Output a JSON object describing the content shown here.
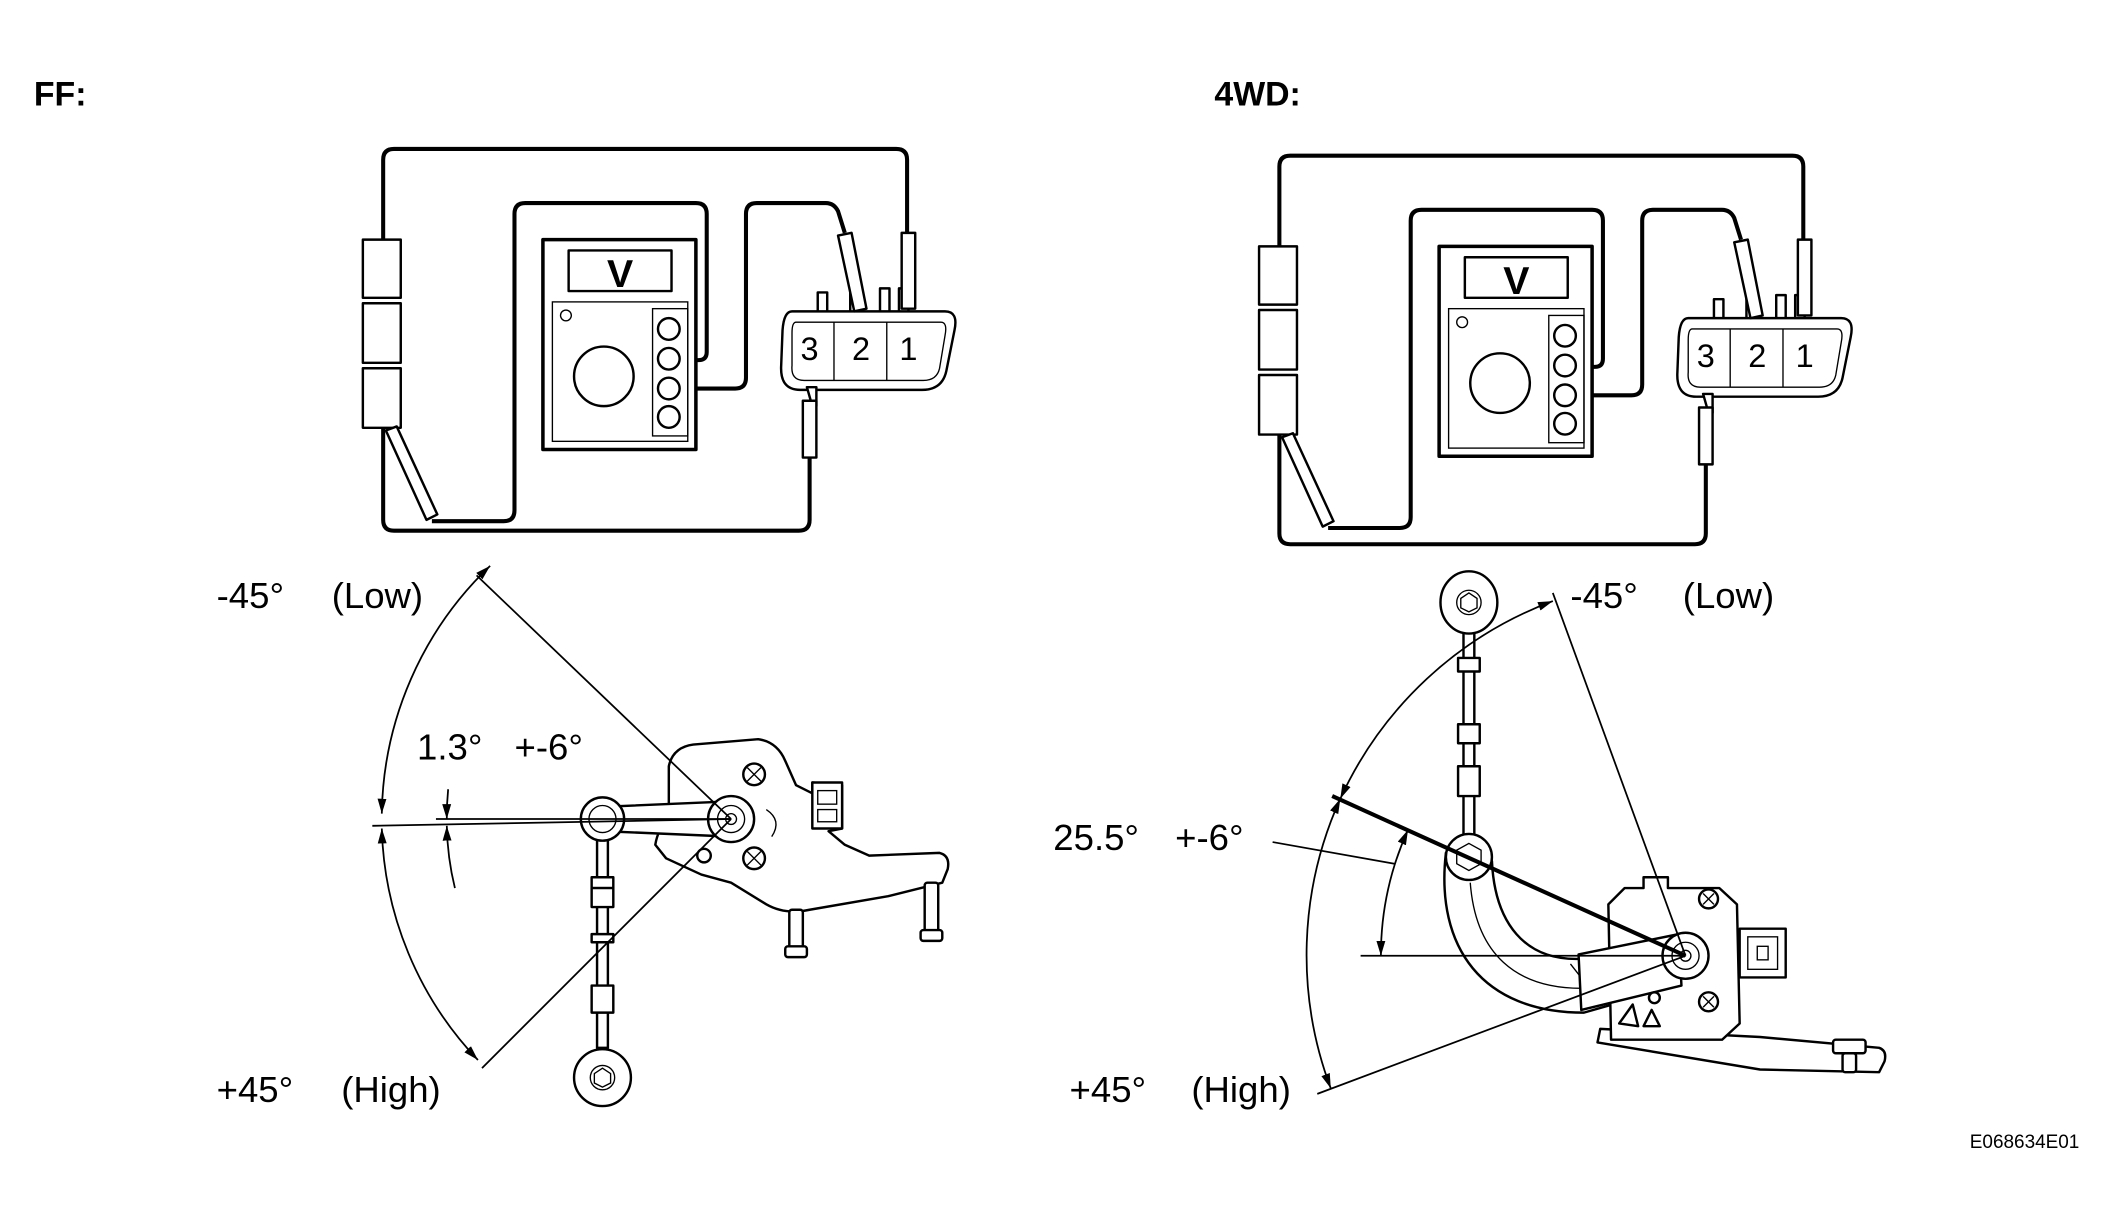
{
  "panels": [
    {
      "title": "FF:",
      "meter": "V",
      "pins": [
        "3",
        "2",
        "1"
      ],
      "low": {
        "angle": "-45°",
        "label": "(Low)"
      },
      "reference": {
        "angle": "1.3°",
        "tolerance": "+-6°"
      },
      "high": {
        "angle": "+45°",
        "label": "(High)"
      }
    },
    {
      "title": "4WD:",
      "meter": "V",
      "pins": [
        "3",
        "2",
        "1"
      ],
      "low": {
        "angle": "-45°",
        "label": "(Low)"
      },
      "reference": {
        "angle": "25.5°",
        "tolerance": "+-6°"
      },
      "high": {
        "angle": "+45°",
        "label": "(High)"
      }
    }
  ],
  "figure_id": "E068634E01"
}
